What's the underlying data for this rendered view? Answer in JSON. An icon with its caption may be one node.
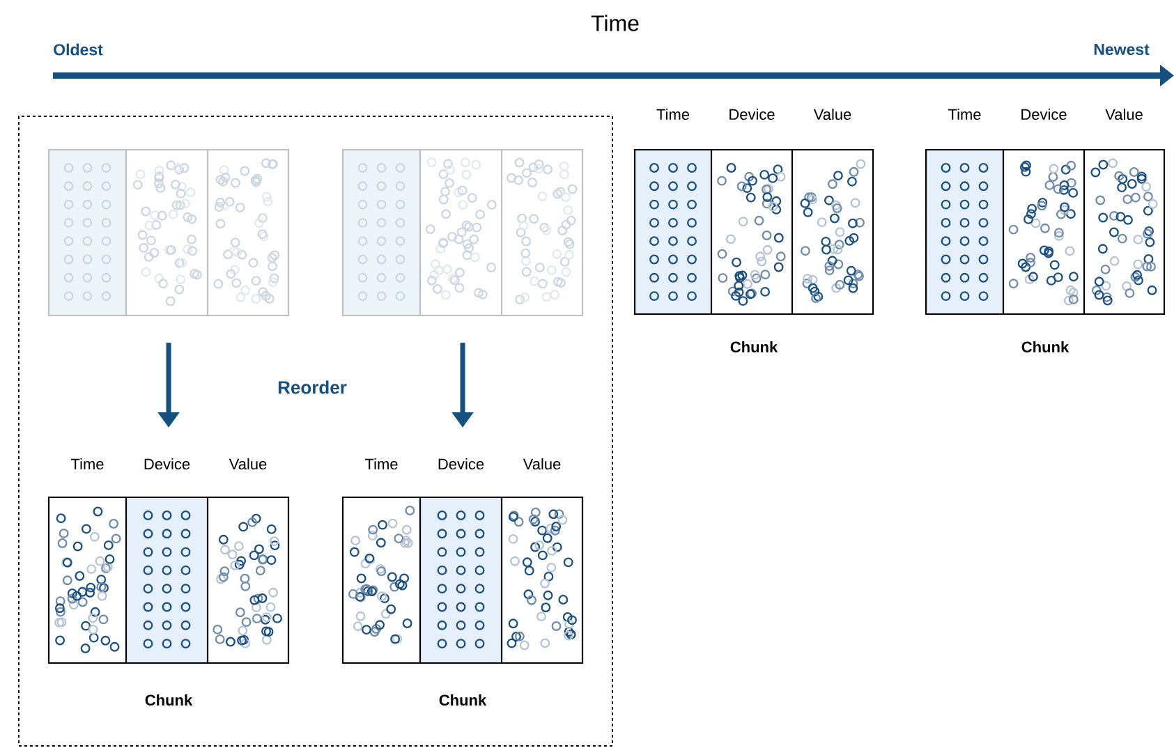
{
  "diagram": {
    "title": "Time",
    "nodes": [
      {
        "text": [
          "Reorder"
        ]
      },
      {
        "text": [],
        "shape": "box",
        "in": 0
      },
      {
        "text": [],
        "shape": "box",
        "in": 0
      },
      {
        "text": [
          "Time",
          "Device",
          "Value",
          "Chunk"
        ],
        "in": 0
      },
      {
        "text": [
          "Time",
          "Device",
          "Value",
          "Chunk"
        ],
        "in": 0
      },
      {
        "text": [
          "Time",
          "Device",
          "Value",
          "Chunk"
        ]
      },
      {
        "text": [
          "Time",
          "Device",
          "Value",
          "Chunk"
        ]
      }
    ],
    "edges": [
      {
        "from": 1,
        "to": 3,
        "arrow": "to"
      },
      {
        "from": 2,
        "to": 4,
        "arrow": "to"
      }
    ],
    "labels": [
      "Oldest",
      "Newest"
    ]
  }
}
